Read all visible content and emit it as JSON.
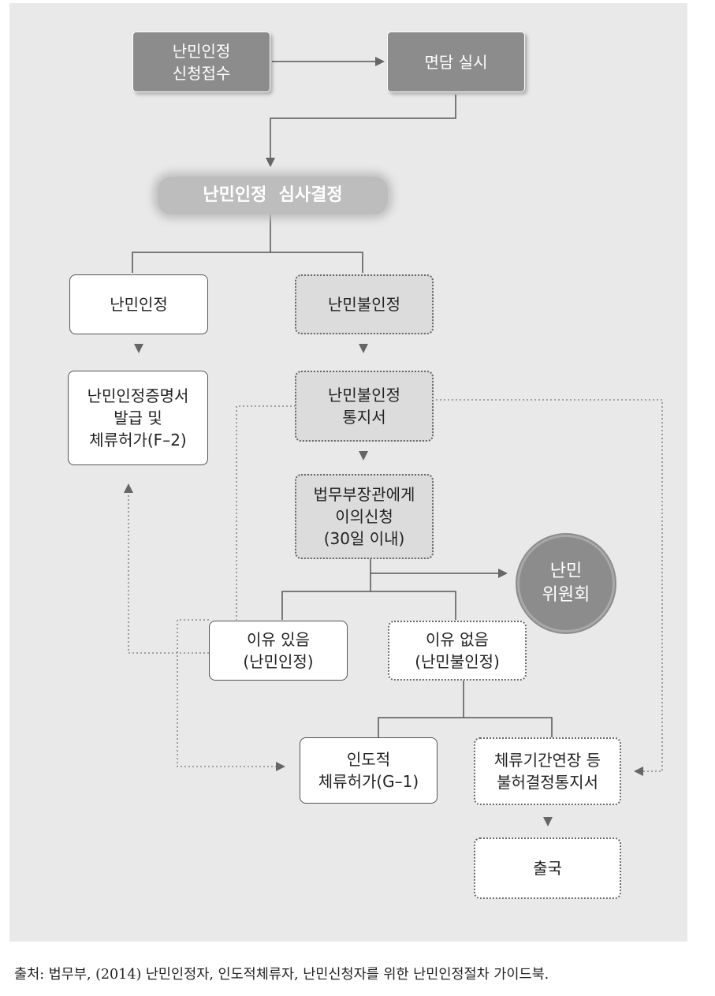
{
  "nodes": {
    "application": "난민인정\n신청접수",
    "interview": "면담 실시",
    "review_decision": "난민인정  심사결정",
    "recognized": "난민인정",
    "not_recognized": "난민불인정",
    "certificate": "난민인정증명서\n발급 및\n체류허가(F–2)",
    "rejection_notice": "난민불인정\n통지서",
    "objection": "법무부장관에게\n이의신청\n(30일 이내)",
    "committee": "난민\n위원회",
    "reason_yes": "이유 있음\n(난민인정)",
    "reason_no": "이유 없음\n(난민불인정)",
    "humanitarian": "인도적\n체류허가(G–1)",
    "extension_denied": "체류기간연장 등\n불허결정통지서",
    "departure": "출국"
  },
  "caption": "출처: 법무부, (2014) 난민인정자, 인도적체류자, 난민신청자를 위한 난민인정절차 가이드북."
}
